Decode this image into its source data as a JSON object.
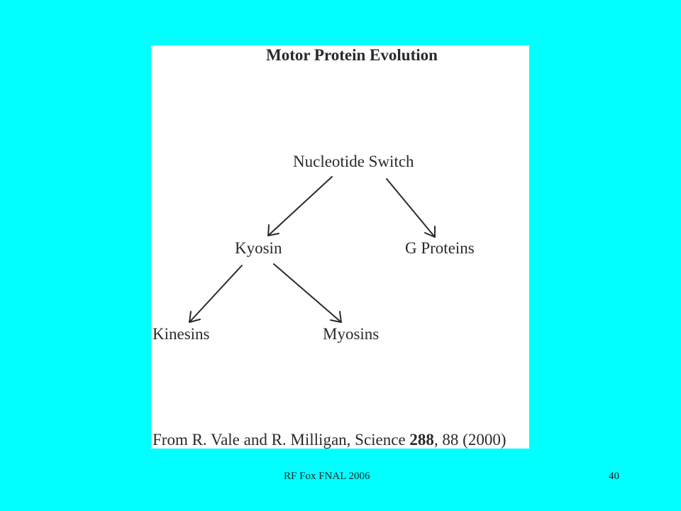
{
  "diagram": {
    "title": "Motor Protein Evolution",
    "nodes": {
      "root": "Nucleotide Switch",
      "kyosin": "Kyosin",
      "g_proteins": "G Proteins",
      "kinesins": "Kinesins",
      "myosins": "Myosins"
    },
    "edges": [
      {
        "from": "Nucleotide Switch",
        "to": "Kyosin"
      },
      {
        "from": "Nucleotide Switch",
        "to": "G Proteins"
      },
      {
        "from": "Kyosin",
        "to": "Kinesins"
      },
      {
        "from": "Kyosin",
        "to": "Myosins"
      }
    ],
    "citation": {
      "prefix": "From R. Vale and R. Milligan, Science ",
      "volume": "288",
      "suffix": ", 88 (2000)"
    }
  },
  "footer": {
    "left": "RF Fox FNAL 2006",
    "page_number": "40"
  },
  "colors": {
    "background": "#00FFFF",
    "panel": "#FFFFFF",
    "ink": "#2A2A2A"
  }
}
